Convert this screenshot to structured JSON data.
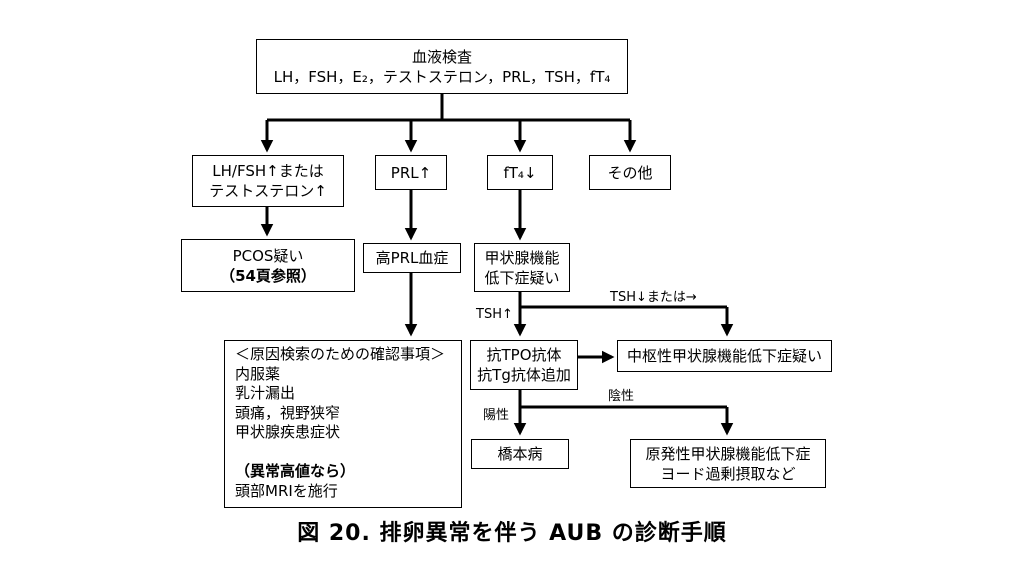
{
  "nodes": {
    "blood_test": {
      "line1": "血液検査",
      "line2": "LH，FSH，E₂，テストステロン，PRL，TSH，fT₄"
    },
    "lh_fsh": {
      "line1": "LH/FSH↑または",
      "line2": "テストステロン↑"
    },
    "prl_up": {
      "line1": "PRL↑"
    },
    "ft4_down": {
      "line1": "fT₄↓"
    },
    "other": {
      "line1": "その他"
    },
    "pcos": {
      "line1": "PCOS疑い",
      "line2": "（54頁参照）"
    },
    "high_prl": {
      "line1": "高PRL血症"
    },
    "hypothyroid_suspect": {
      "line1": "甲状腺機能",
      "line2": "低下症疑い"
    },
    "cause_check": {
      "lines": [
        "＜原因検索のための確認事項＞",
        "内服薬",
        "乳汁漏出",
        "頭痛，視野狭窄",
        "甲状腺疾患症状",
        "",
        "（異常高値なら）",
        "頭部MRIを施行"
      ]
    },
    "antibody": {
      "line1": "抗TPO抗体",
      "line2": "抗Tg抗体追加"
    },
    "central_hypo": {
      "line1": "中枢性甲状腺機能低下症疑い"
    },
    "hashimoto": {
      "line1": "橋本病"
    },
    "primary_hypo": {
      "line1": "原発性甲状腺機能低下症",
      "line2": "ヨード過剰摂取など"
    }
  },
  "edge_labels": {
    "tsh_up": "TSH↑",
    "tsh_down_or_flat": "TSH↓または→",
    "positive": "陽性",
    "negative": "陰性"
  },
  "caption": "図 20.  排卵異常を伴う AUB の診断手順"
}
